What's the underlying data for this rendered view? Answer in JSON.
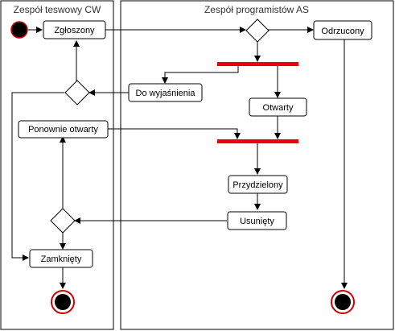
{
  "lanes": {
    "left_title": "Zespół teswowy CW",
    "right_title": "Zespół programistów AS"
  },
  "nodes": {
    "zgloszony": "Zgłoszony",
    "odrzucony": "Odrzucony",
    "do_wyjasnienia": "Do wyjaśnienia",
    "otwarty": "Otwarty",
    "ponownie_otwarty": "Ponownie otwarty",
    "przydzielony": "Przydzielony",
    "usuniety": "Usunięty",
    "zamkniety": "Zamknięty"
  },
  "colors": {
    "fork_bar": "#ee0000",
    "final_ring": "#cc0000",
    "initial_ring": "#cc0000"
  }
}
